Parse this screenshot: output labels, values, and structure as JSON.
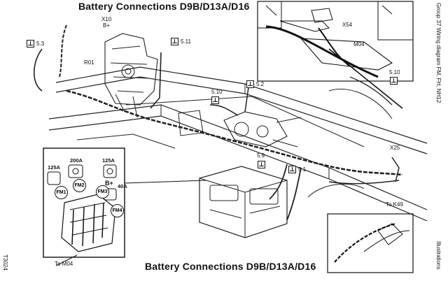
{
  "title_top": "Battery Connections D9B/D13A/D16",
  "title_bottom": "Battery Connections D9B/D13A/D16",
  "side_text_right_top": "Group 37 Wiring diagram FM, FH, NH12",
  "side_text_right_bottom": "Illustrations",
  "side_text_left_bottom": "T3024",
  "refs": {
    "x10": "X10",
    "b_plus_top": "B+",
    "r01": "R01",
    "x54": "X54",
    "m04": "M04",
    "x25": "X25",
    "to_k49": "To K49",
    "to_m04": "To M04",
    "g53": "5.3",
    "g511": "5.11",
    "g510a": "5.10",
    "g52": "5.2",
    "g510b": "5.10",
    "g59": "5.9",
    "g51": "5.1"
  },
  "fuse_panel": {
    "a200": "200A",
    "a125_left": "125A",
    "a125_right": "125A",
    "b_plus": "B+",
    "a40": "40A",
    "fm1": "FM1",
    "fm2": "FM2",
    "fm3": "FM3",
    "fm4": "FM4"
  }
}
